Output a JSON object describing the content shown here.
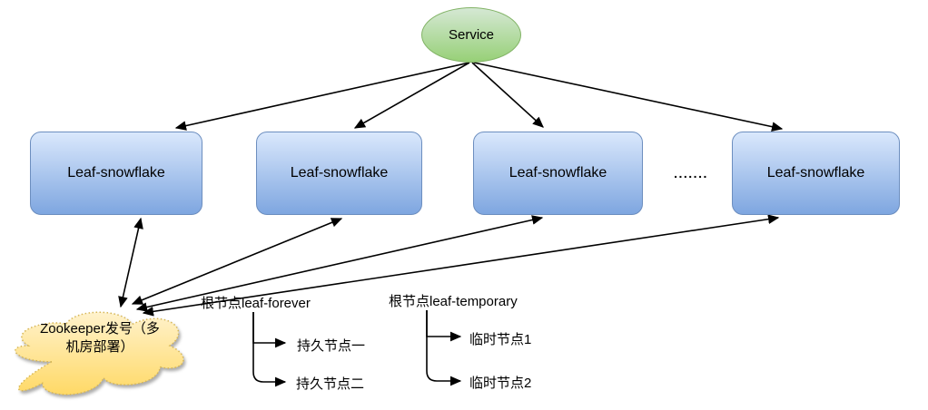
{
  "service": {
    "label": "Service"
  },
  "nodes": [
    {
      "label": "Leaf-snowflake"
    },
    {
      "label": "Leaf-snowflake"
    },
    {
      "label": "Leaf-snowflake"
    },
    {
      "label": "Leaf-snowflake"
    }
  ],
  "ellipsis": ".......",
  "cloud": {
    "line1": "Zookeeper发号（多",
    "line2": "机房部署）"
  },
  "trees": {
    "forever": {
      "root": "根节点leaf-forever",
      "child1": "持久节点一",
      "child2": "持久节点二"
    },
    "temporary": {
      "root": "根节点leaf-temporary",
      "child1": "临时节点1",
      "child2": "临时节点2"
    }
  },
  "colors": {
    "node_fill_top": "#dae8fc",
    "node_fill_bottom": "#7ea6e0",
    "node_border": "#6c8ebf",
    "service_fill_top": "#d5e8d4",
    "service_fill_bottom": "#97d077",
    "service_border": "#82b366",
    "cloud_fill_top": "#fff2cc",
    "cloud_fill_bottom": "#ffd966",
    "cloud_border": "#d6b656",
    "arrow": "#000000"
  }
}
